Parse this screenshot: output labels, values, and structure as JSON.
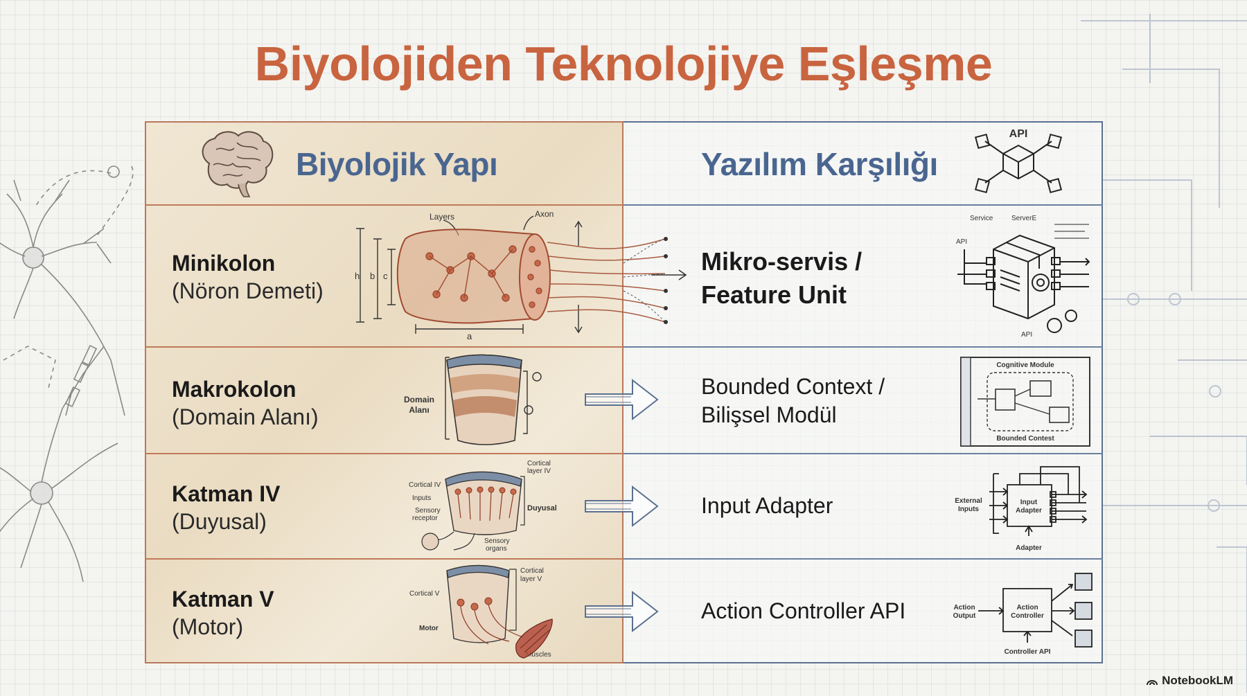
{
  "title": "Biyolojiden Teknolojiye Eşleşme",
  "headers": {
    "biological": "Biyolojik Yapı",
    "software": "Yazılım Karşılığı",
    "api_label": "API"
  },
  "rows": [
    {
      "bio_main": "Minikolon",
      "bio_sub": "(Nöron Demeti)",
      "sw_line1": "Mikro-servis /",
      "sw_line2": "Feature Unit",
      "bio_labels": {
        "layers": "Layers",
        "axon": "Axon",
        "h": "h",
        "b": "b",
        "c": "c",
        "a": "a"
      },
      "sw_labels": {
        "service": "Service",
        "server": "ServerE",
        "api_top": "API",
        "api_bottom": "API"
      }
    },
    {
      "bio_main": "Makrokolon",
      "bio_sub": "(Domain Alanı)",
      "sw_line1": "Bounded Context /",
      "sw_line2": "Bilişsel Modül",
      "bio_labels": {
        "domain": "Domain",
        "alani": "Alanı"
      },
      "sw_labels": {
        "cognitive": "Cognitive Module",
        "bounded": "Bounded Contest"
      }
    },
    {
      "bio_main": "Katman IV",
      "bio_sub": "(Duyusal)",
      "sw_line1": "Input Adapter",
      "bio_labels": {
        "cortical1": "Cortical",
        "cortical2": "layer IV",
        "cortical_iv": "Cortical IV",
        "inputs": "Inputs",
        "sensory1": "Sensory",
        "sensory2": "receptor",
        "duyusal": "Duyusal",
        "organs1": "Sensory",
        "organs2": "organs"
      },
      "sw_labels": {
        "external1": "External",
        "external2": "Inputs",
        "input1": "Input",
        "input2": "Adapter",
        "adapter": "Adapter"
      }
    },
    {
      "bio_main": "Katman V",
      "bio_sub": "(Motor)",
      "sw_line1": "Action Controller API",
      "bio_labels": {
        "cortical1": "Cortical",
        "cortical2": "layer V",
        "cortical_v": "Cortical V",
        "motor": "Motor",
        "muscles": "Muscles"
      },
      "sw_labels": {
        "action1": "Action",
        "action2": "Output",
        "ctrl1": "Action",
        "ctrl2": "Controller",
        "ctrl_api": "Controller API"
      }
    }
  ],
  "brand": "NotebookLM",
  "colors": {
    "title": "#c8643f",
    "header": "#4a6690",
    "bio_border": "#b9785a",
    "sw_border": "#5a7090",
    "ink": "#b3573a"
  },
  "icons": [
    "brain-icon",
    "api-cube-icon",
    "neuron-bundle-icon",
    "microservice-box-icon",
    "cortex-block-icon",
    "bounded-context-icon",
    "cortical-layer-iv-icon",
    "input-adapter-icon",
    "cortical-layer-v-icon",
    "action-controller-icon",
    "hollow-arrow-icon",
    "neuron-sketch-icon",
    "notebooklm-logo-icon"
  ]
}
